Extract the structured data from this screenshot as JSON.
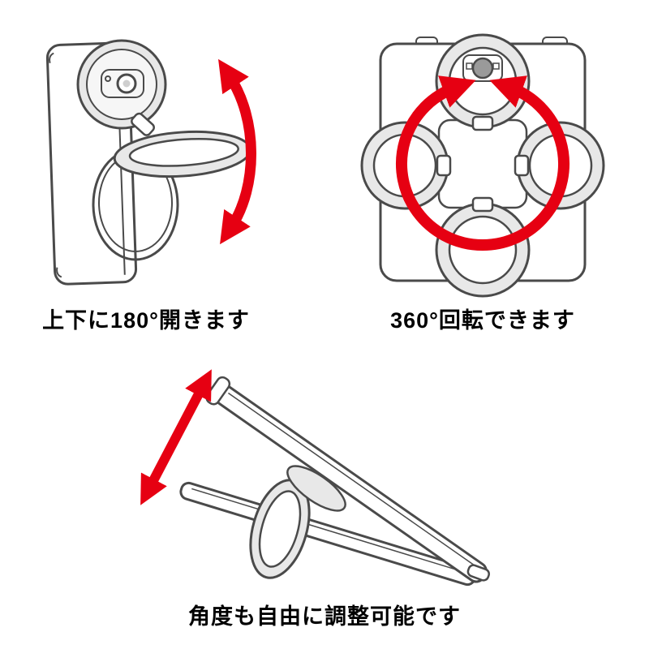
{
  "colors": {
    "arrow_red": "#e60012",
    "outline_gray": "#4a4a4a",
    "ring_fill": "#e8e8e8"
  },
  "panels": [
    {
      "id": "open-180",
      "illustration": "ring-stand-opens-up-down",
      "caption": "上下に180°開きます"
    },
    {
      "id": "rotate-360",
      "illustration": "ring-rotates-around-back",
      "caption": "360°回転できます"
    },
    {
      "id": "angle-adjust",
      "illustration": "stand-angle-adjustable",
      "caption": "角度も自由に調整可能です"
    }
  ]
}
